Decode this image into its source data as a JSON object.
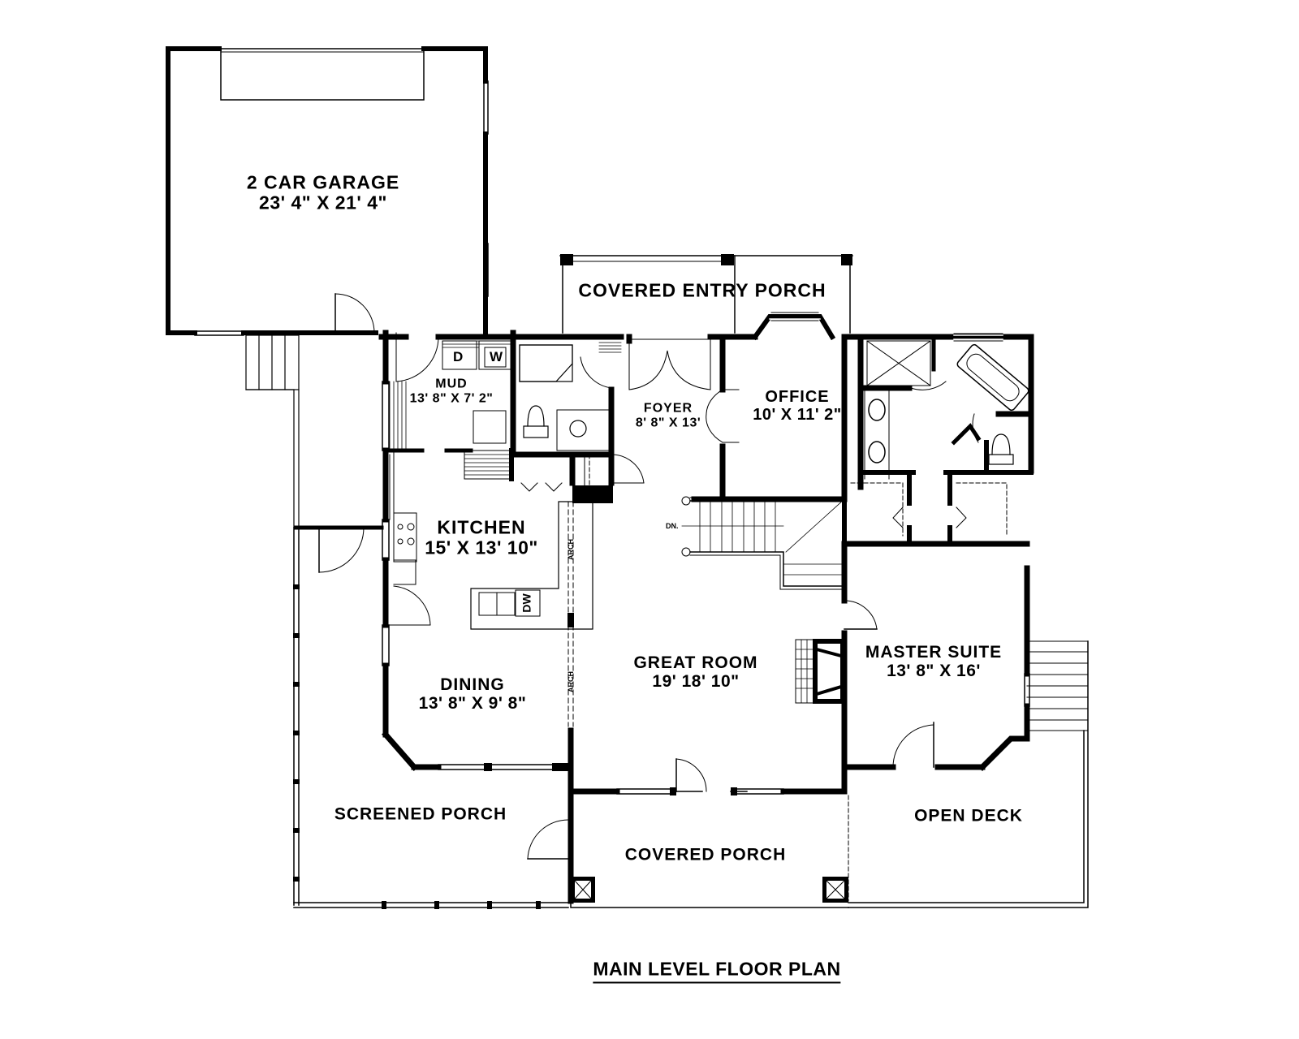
{
  "plan": {
    "title": "MAIN LEVEL FLOOR PLAN",
    "colors": {
      "wall": "#000000",
      "background": "#ffffff",
      "line": "#000000"
    },
    "rooms": {
      "garage": {
        "name": "2 CAR GARAGE",
        "dim": "23' 4\" X 21' 4\""
      },
      "entry_porch": {
        "name": "COVERED ENTRY PORCH"
      },
      "mud": {
        "name": "MUD",
        "dim": "13' 8\" X 7' 2\""
      },
      "foyer": {
        "name": "FOYER",
        "dim": "8' 8\" X 13'"
      },
      "office": {
        "name": "OFFICE",
        "dim": "10' X 11' 2\""
      },
      "kitchen": {
        "name": "KITCHEN",
        "dim": "15' X 13' 10\""
      },
      "great_room": {
        "name": "GREAT ROOM",
        "dim": "19' 18' 10\""
      },
      "master_suite": {
        "name": "MASTER SUITE",
        "dim": "13' 8\" X 16'"
      },
      "dining": {
        "name": "DINING",
        "dim": "13' 8\" X 9' 8\""
      },
      "screened_porch": {
        "name": "SCREENED PORCH"
      },
      "covered_porch": {
        "name": "COVERED PORCH"
      },
      "open_deck": {
        "name": "OPEN DECK"
      }
    },
    "annotations": {
      "dryer": "D",
      "washer": "W",
      "dishwasher": "DW",
      "stair_down": "DN.",
      "arch_upper": "ARCH",
      "arch_lower": "ARCH"
    }
  }
}
